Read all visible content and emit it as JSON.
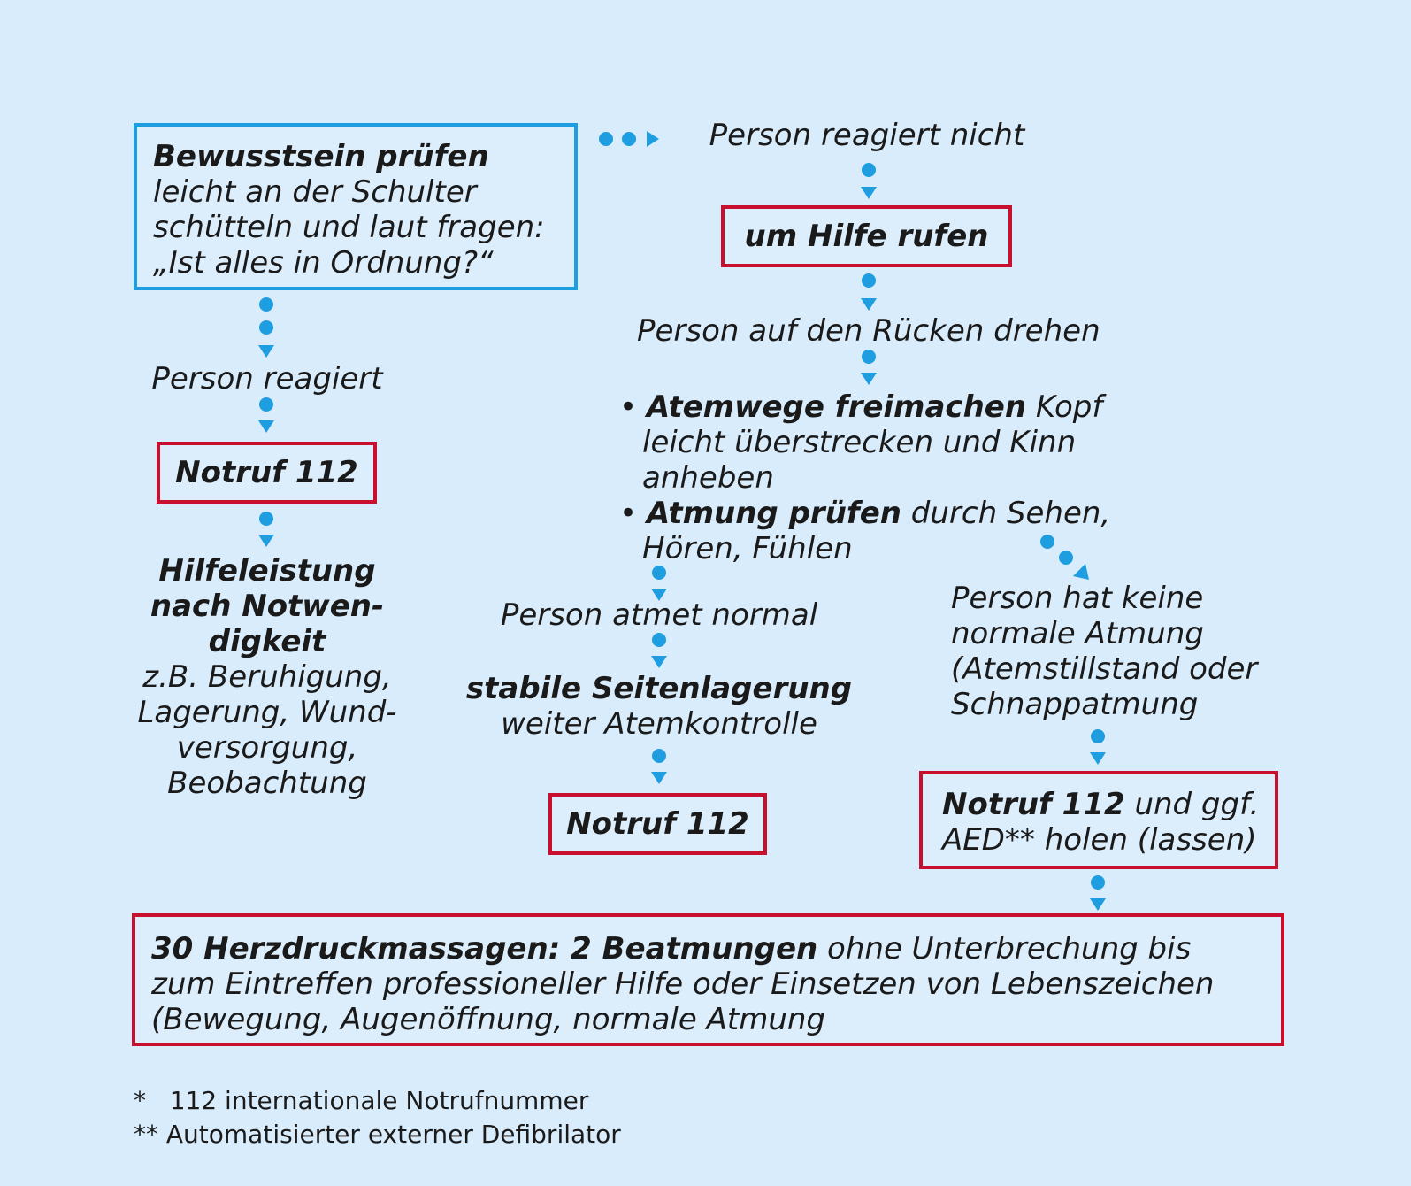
{
  "check_consciousness": {
    "title": "Bewusstsein prüfen",
    "line1": "leicht an der Schulter",
    "line2": "schütteln und laut fragen:",
    "line3": "„Ist alles in Ordnung?“"
  },
  "left_branch": {
    "label": "Person reagiert",
    "emergency": "Notruf 112",
    "help_title_1": "Hilfeleistung",
    "help_title_2": "nach Notwen-",
    "help_title_3": "digkeit",
    "help_1": "z.B. Beruhigung,",
    "help_2": "Lagerung, Wund-",
    "help_3": "versorgung,",
    "help_4": "Beobachtung"
  },
  "right_branch": {
    "label": "Person reagiert nicht",
    "call_help": "um Hilfe rufen",
    "turn_back": "Person auf den Rücken drehen",
    "airway_bold": "Atemwege freimachen",
    "airway_rest": " Kopf",
    "airway_2": "leicht überstrecken und Kinn",
    "airway_3": "anheben",
    "breath_bold": "Atmung prüfen",
    "breath_rest": " durch Sehen,",
    "breath_2": "Hören, Fühlen"
  },
  "normal_breathing": {
    "label": "Person atmet normal",
    "recovery_bold": "stabile Seitenlagerung",
    "recovery_rest": "weiter Atemkontrolle",
    "emergency": "Notruf 112"
  },
  "no_breathing": {
    "label_1": "Person hat keine",
    "label_2": "normale Atmung",
    "label_3": "(Atemstillstand oder",
    "label_4": "Schnappatmung",
    "emergency_bold": "Notruf 112",
    "emergency_rest": " und ggf.",
    "aed": "AED** holen (lassen)"
  },
  "cpr": {
    "bold": "30 Herzdruckmassagen: 2 Beatmungen",
    "rest": " ohne Unterbrechung bis",
    "line2": "zum Eintreffen professioneller Hilfe oder Einsetzen von Lebenszeichen",
    "line3": "(Bewegung, Augenöffnung, normale Atmung"
  },
  "footnotes": {
    "note1": "*   112 internationale Notrufnummer",
    "note2": "** Automatisierter externer Defibrilator"
  },
  "colors": {
    "background": "#d9ecfb",
    "accent_blue": "#1e9ee0",
    "accent_red": "#c8102e"
  }
}
